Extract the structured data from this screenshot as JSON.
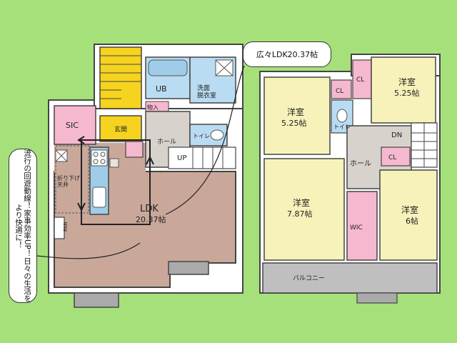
{
  "callouts": {
    "ldk": "広々LDK20.37帖",
    "left": "流行の回遊動線！家事効率UP！日々の生活をより快適に！"
  },
  "first_floor": {
    "ub": "UB",
    "wash": "洗面\n脱衣室",
    "storage": "物入",
    "sic": "SIC",
    "entrance": "玄関",
    "hall": "ホール",
    "toilet": "トイレ",
    "up": "UP",
    "fold_ceiling": "折り下げ\n天井",
    "ldk": "LDK",
    "ldk_size": "20.37帖",
    "pan": "PAN"
  },
  "second_floor": {
    "room1": "洋室",
    "room1_size": "5.25帖",
    "room2": "洋室",
    "room2_size": "5.25帖",
    "room3": "洋室",
    "room3_size": "7.87帖",
    "room4": "洋室",
    "room4_size": "6帖",
    "cl1": "CL",
    "cl2": "CL",
    "cl3": "CL",
    "toilet": "トイレ",
    "dn": "DN",
    "hall": "ホール",
    "wic": "WIC",
    "balcony": "バルコニー"
  },
  "colors": {
    "background": "#a6e07a",
    "wood_floor": "#c9a89a",
    "room_yellow": "#f7f2b9",
    "bath_blue": "#b9dcf2",
    "closet_pink": "#f6b8cf",
    "stair_yellow": "#f5d31f",
    "balcony_grey": "#bfbfbf",
    "entrance_grey": "#d8d2cc",
    "wall": "#444444"
  }
}
